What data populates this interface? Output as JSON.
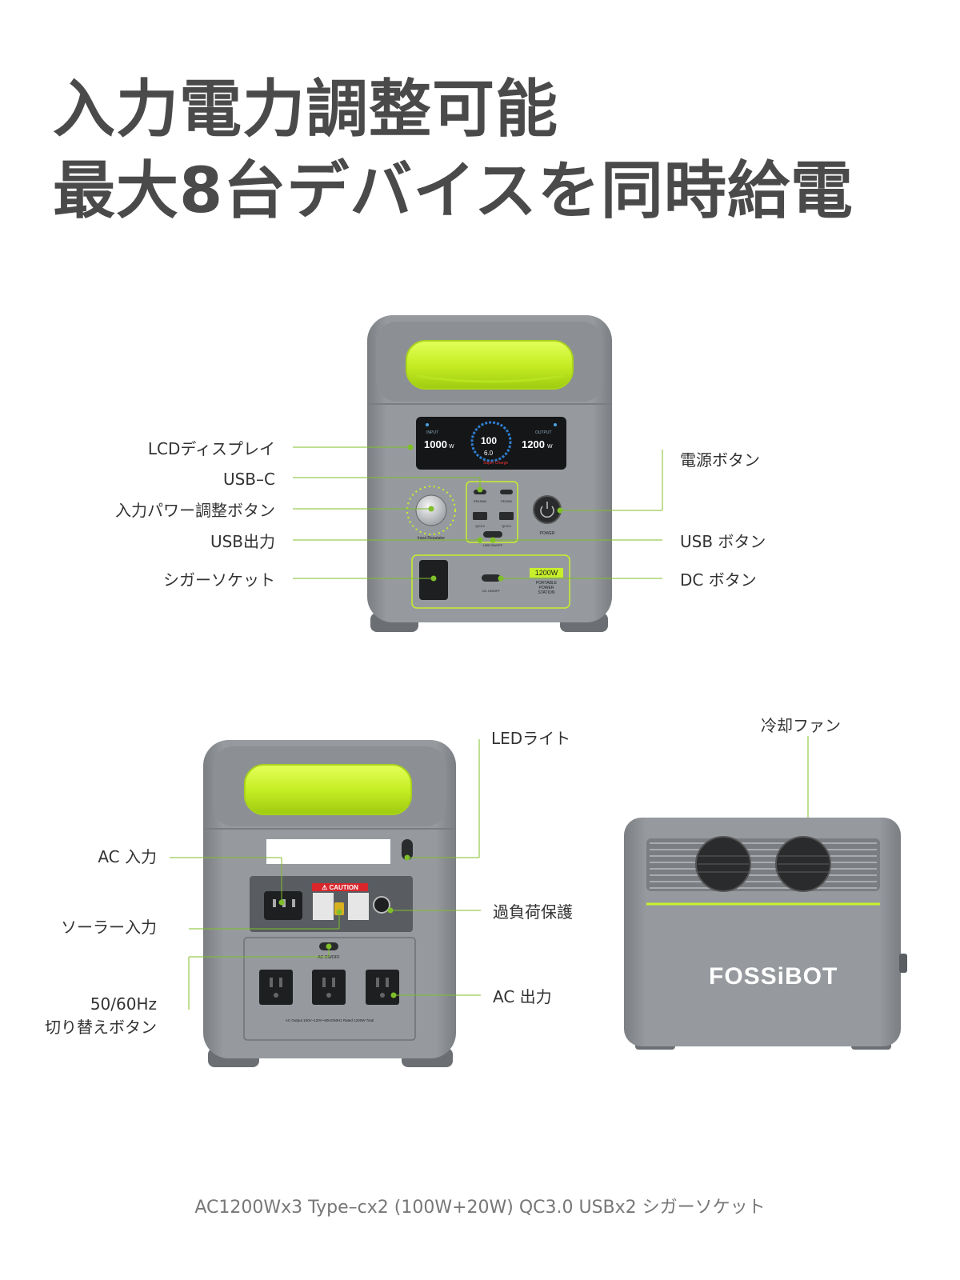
{
  "headline": {
    "line1": "入力電力調整可能",
    "line2": "最大8台デバイスを同時給電"
  },
  "front_labels": {
    "lcd": "LCDディスプレイ",
    "usbc": "USB–C",
    "input_power": "入力パワー調整ボタン",
    "usb_out": "USB出力",
    "cigar": "シガーソケット",
    "power_button": "電源ボタン",
    "usb_button": "USB ボタン",
    "dc_button": "DC ボタン"
  },
  "back_labels": {
    "led": "LEDライト",
    "ac_in": "AC 入力",
    "solar_in": "ソーラー入力",
    "hz_line1": "50/60Hz",
    "hz_line2": "切り替えボタン",
    "overload": "過負荷保護",
    "ac_out": "AC 出力",
    "fan": "冷却ファン"
  },
  "device_front": {
    "lcd_input": "1000",
    "lcd_input_unit": "W",
    "lcd_percent": "100",
    "lcd_time": "6.0",
    "lcd_output": "1200",
    "lcd_output_unit": "W",
    "regulator": "Input Regulator",
    "power": "POWER",
    "usb_onoff": "USB ON/OFF",
    "dc_onoff": "DC ON/OFF",
    "badge": "1200W",
    "station_l1": "PORTABLE",
    "station_l2": "POWER",
    "station_l3": "STATION",
    "pd100": "PD100W",
    "pd20": "PD20W",
    "qc_a": "QC3.0",
    "qc_b": "QC3.0"
  },
  "device_back": {
    "caution": "⚠ CAUTION",
    "ac_onoff": "AC ON/OFF",
    "ac_rating": "AC Output 100V~120V~50Hz/60Hz  Rated 1200W Total"
  },
  "brand": "FOSSiBOT",
  "footer": "AC1200Wx3 Type–cx2 (100W+20W) QC3.0 USBx2 シガーソケット",
  "colors": {
    "accent": "#c8f02a",
    "body": "#8f9296",
    "body_dark": "#6f7377",
    "screen": "#151618",
    "line": "#7fbf2a"
  }
}
